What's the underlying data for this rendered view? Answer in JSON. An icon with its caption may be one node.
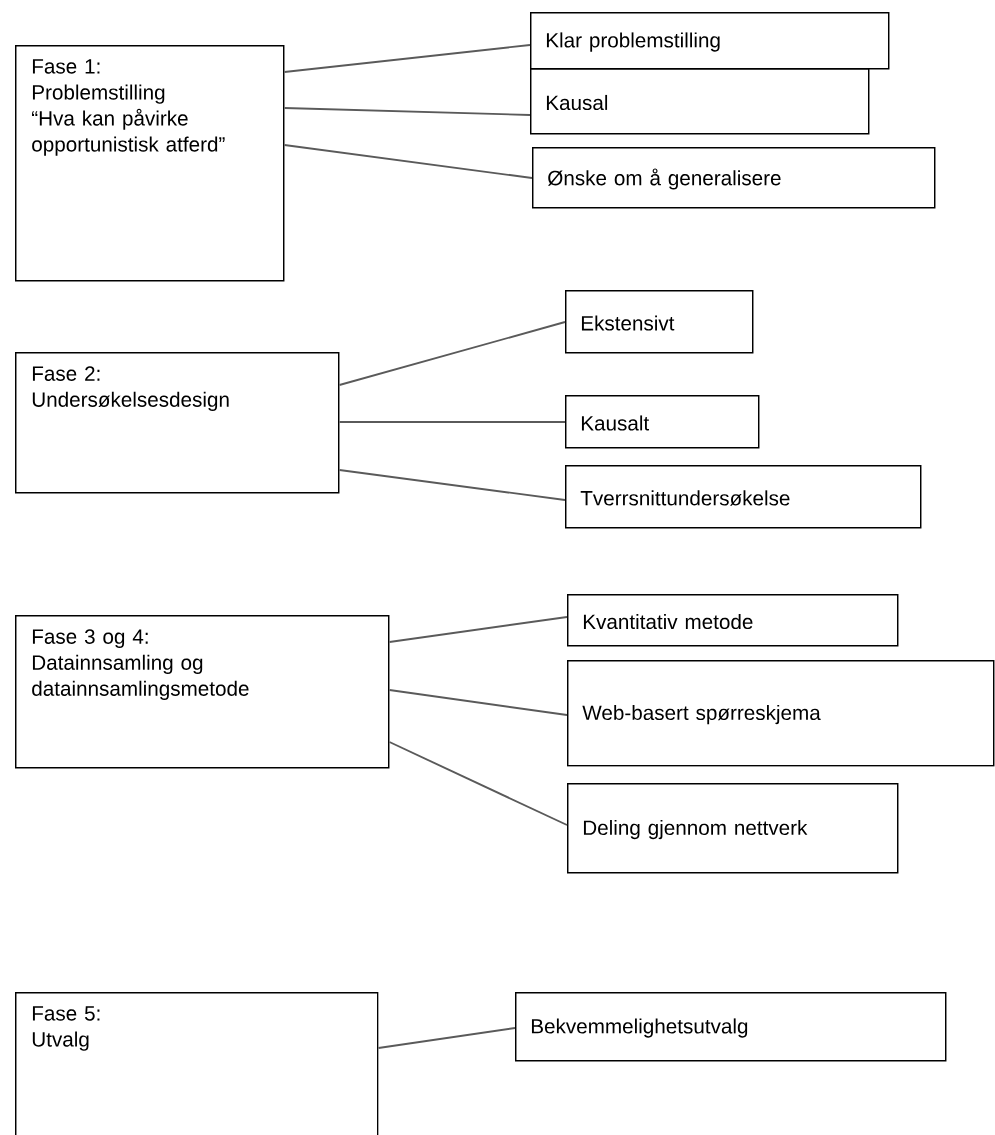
{
  "diagram": {
    "nodes": [
      {
        "text": [
          "Fase 1:",
          "Problemstilling",
          "“Hva kan påvirke opportunistisk atferd”"
        ]
      },
      {
        "text": [
          "Klar problemstilling"
        ]
      },
      {
        "text": [
          "Kausal"
        ]
      },
      {
        "text": [
          "Ønske om å generalisere"
        ]
      },
      {
        "text": [
          "Fase 2:",
          "Undersøkelsesdesign"
        ]
      },
      {
        "text": [
          "Ekstensivt"
        ]
      },
      {
        "text": [
          "Kausalt"
        ]
      },
      {
        "text": [
          "Tverrsnittundersøkelse"
        ]
      },
      {
        "text": [
          "Fase 3 og 4:",
          "Datainnsamling og datainnsamlingsmetode"
        ]
      },
      {
        "text": [
          "Kvantitativ metode"
        ]
      },
      {
        "text": [
          "Web-basert spørreskjema"
        ]
      },
      {
        "text": [
          "Deling gjennom nettverk"
        ]
      },
      {
        "text": [
          "Fase 5:",
          "Utvalg"
        ]
      },
      {
        "text": [
          "Bekvemmelighetsutvalg"
        ]
      }
    ],
    "edges": [
      {
        "from": 0,
        "to": 1,
        "arrow": "none"
      },
      {
        "from": 0,
        "to": 2,
        "arrow": "none"
      },
      {
        "from": 0,
        "to": 3,
        "arrow": "none"
      },
      {
        "from": 4,
        "to": 5,
        "arrow": "none"
      },
      {
        "from": 4,
        "to": 6,
        "arrow": "none"
      },
      {
        "from": 4,
        "to": 7,
        "arrow": "none"
      },
      {
        "from": 8,
        "to": 9,
        "arrow": "none"
      },
      {
        "from": 8,
        "to": 10,
        "arrow": "none"
      },
      {
        "from": 8,
        "to": 11,
        "arrow": "none"
      },
      {
        "from": 12,
        "to": 13,
        "arrow": "none"
      }
    ]
  }
}
